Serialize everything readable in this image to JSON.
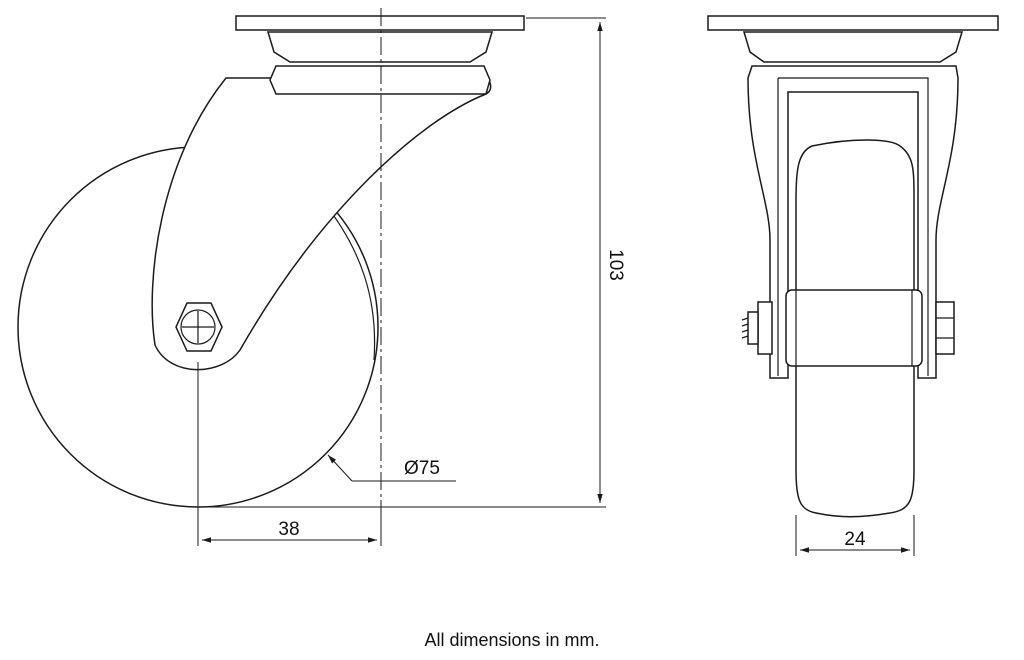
{
  "dimensions": {
    "height": "103",
    "wheel_diameter": "Ø75",
    "offset": "38",
    "wheel_width": "24"
  },
  "footnote": "All dimensions in mm."
}
